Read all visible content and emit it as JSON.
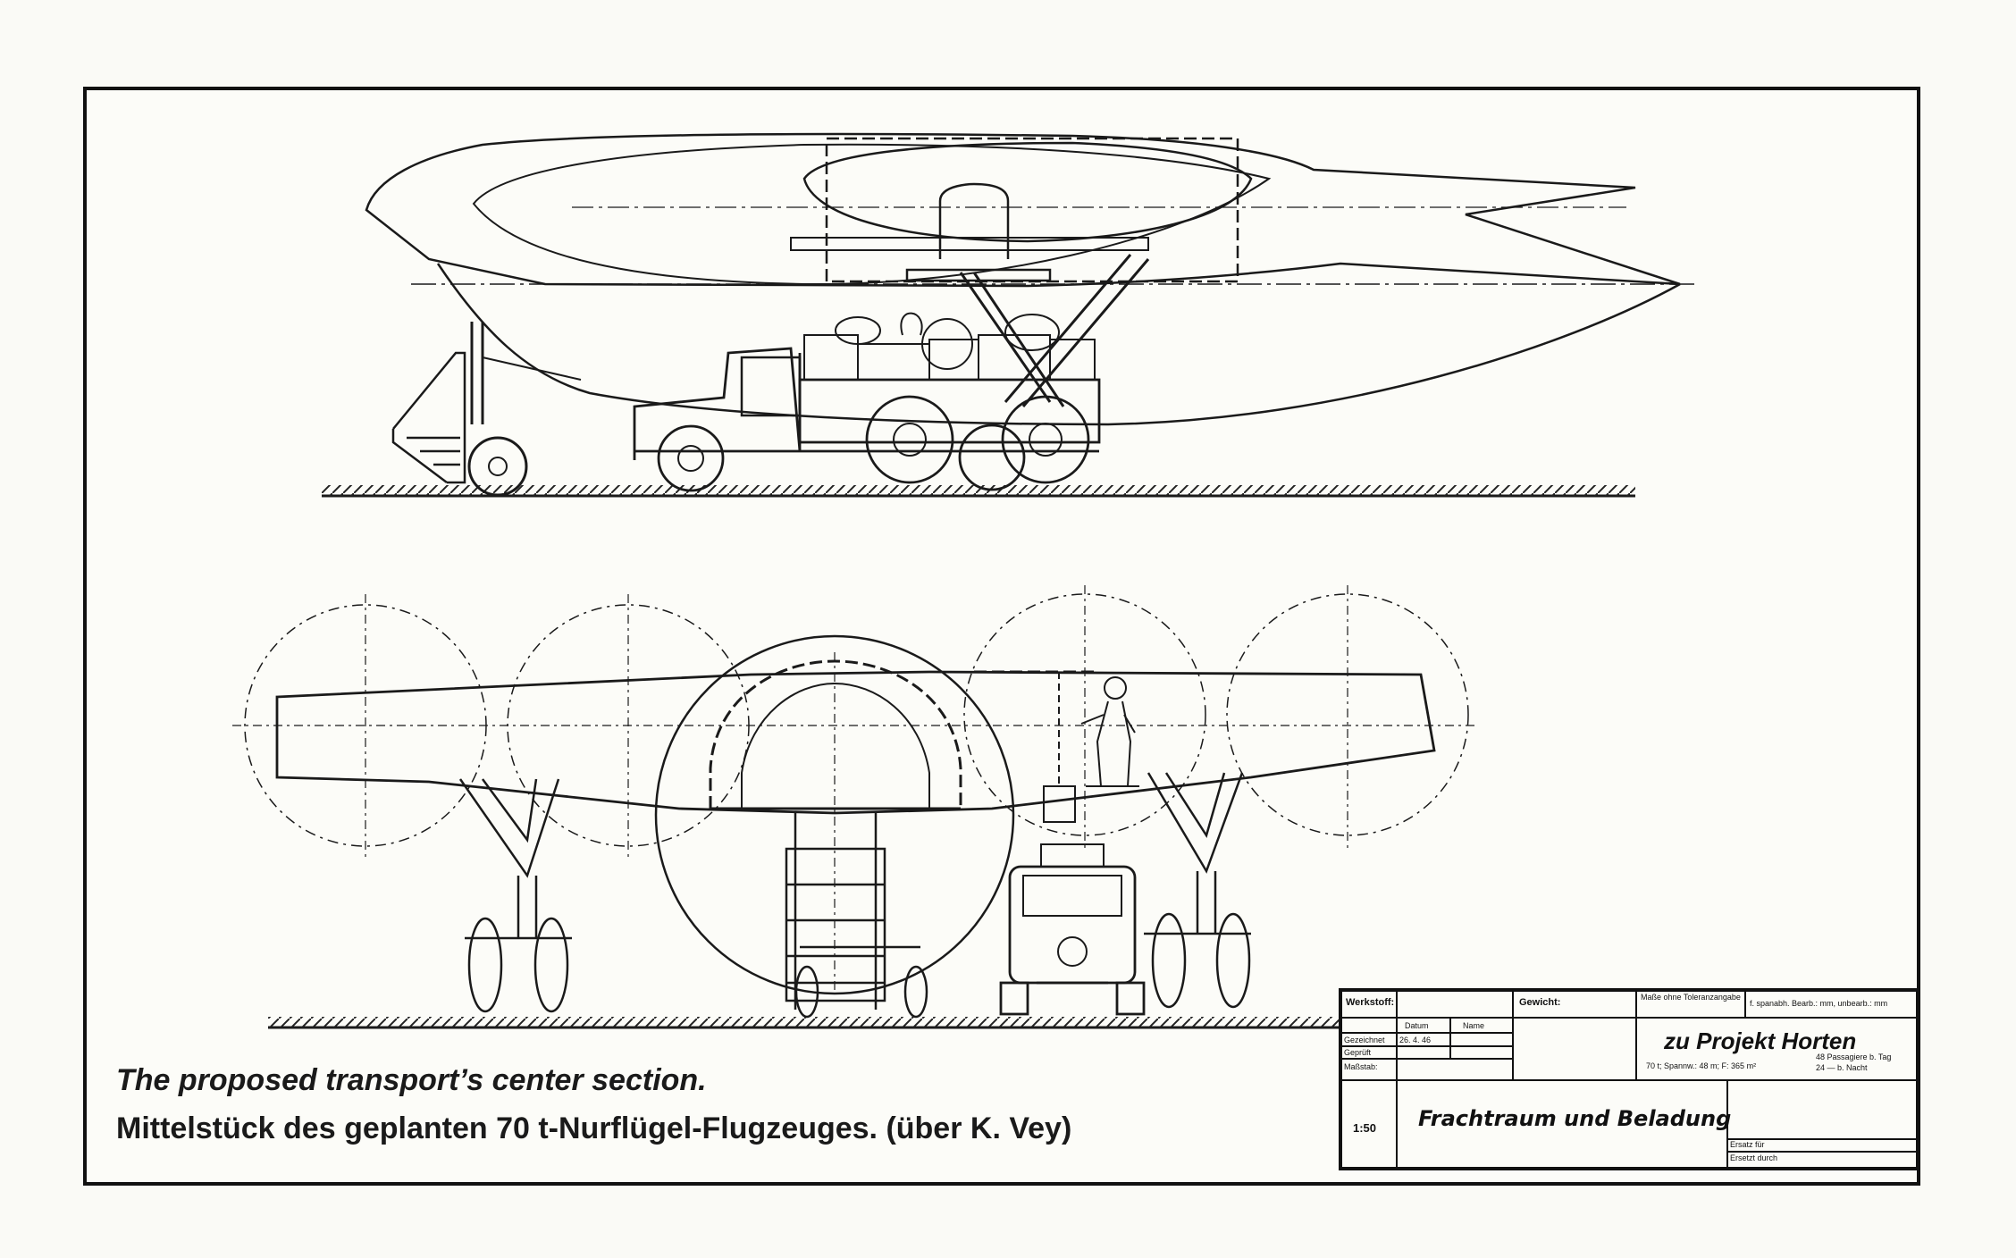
{
  "captions": {
    "english": "The proposed transport’s center section.",
    "german": "Mittelstück des geplanten 70 t-Nurflügel-Flugzeuges. (über K. Vey)"
  },
  "title_block": {
    "werkstoff": "Werkstoff:",
    "gewicht": "Gewicht:",
    "masse_ohne_toleranz": "Maße ohne Toleranzangabe",
    "genauigkeit": "f. spanabh. Bearb.: mm, unbearb.: mm",
    "datum": "Datum",
    "name": "Name",
    "gezeichnet": "Gezeichnet",
    "geprueft": "Geprüft",
    "date_value": "26. 4. 46",
    "massstab": "Maßstab:",
    "scale_value": "1:50",
    "project": "zu Projekt Horten",
    "specs_1": "70 t; Spannw.: 48 m; F: 365 m²",
    "specs_2": "48 Passagiere b. Tag",
    "specs_3": "24 — b. Nacht",
    "drawing_title": "Frachtraum und Beladung",
    "ersatz_fuer": "Ersatz für",
    "ersetzt_durch": "Ersetzt durch"
  }
}
